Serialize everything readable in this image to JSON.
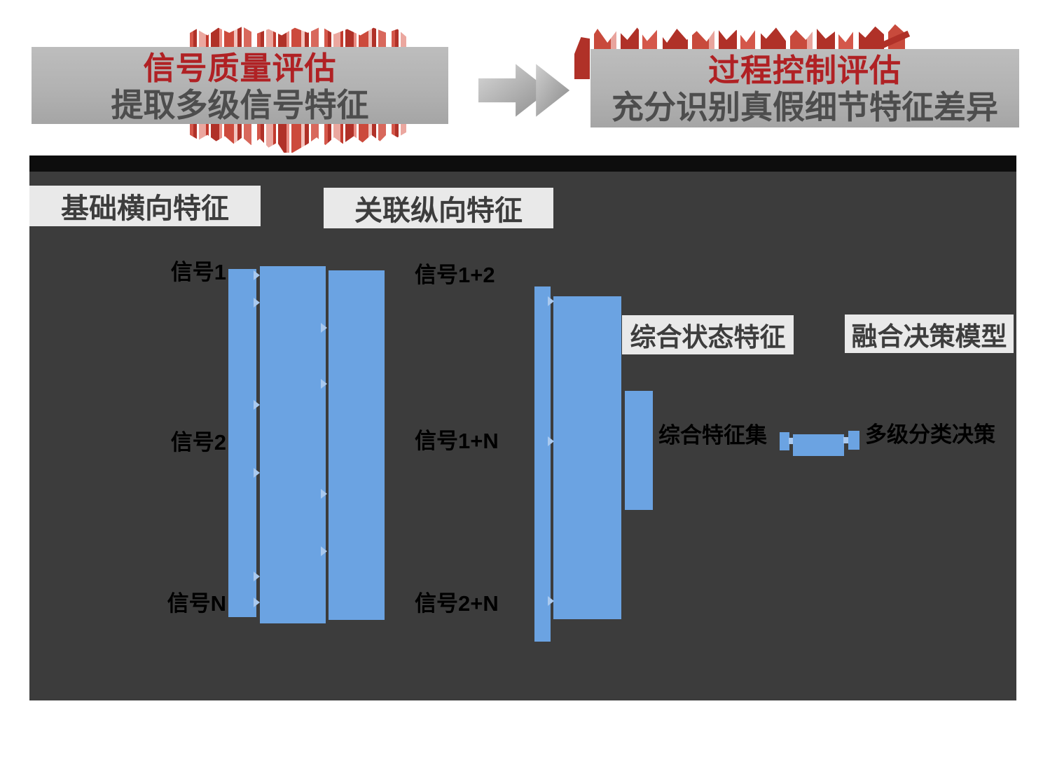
{
  "colors": {
    "accent_blue": "#6ba3e2",
    "accent_blue_light": "#a9c9ef",
    "red_title": "#b02124",
    "subtitle_gray": "#4d4d4d",
    "banner_bg": "#b2b2b2",
    "canvas_bg": "#3c3c3c",
    "canvas_topbar": "#0d0d0d",
    "label_box_bg": "#e9e9e9",
    "label_text": "#3d3d3d",
    "signal_text": "#000000",
    "splash_red": "#b03128"
  },
  "banners": {
    "left": {
      "title": "信号质量评估",
      "subtitle": "提取多级信号特征"
    },
    "right": {
      "title": "过程控制评估",
      "subtitle": "充分识别真假细节特征差异"
    }
  },
  "diagram": {
    "section_labels": {
      "horizontal": "基础横向特征",
      "vertical": "关联纵向特征",
      "state": "综合状态特征",
      "fusion": "融合决策模型"
    },
    "signal_rows_left": [
      "信号1",
      "信号2",
      "信号N"
    ],
    "signal_rows_mid": [
      "信号1+2",
      "信号1+N",
      "信号2+N"
    ],
    "feature_set_label": "综合特征集",
    "decision_label": "多级分类决策"
  }
}
